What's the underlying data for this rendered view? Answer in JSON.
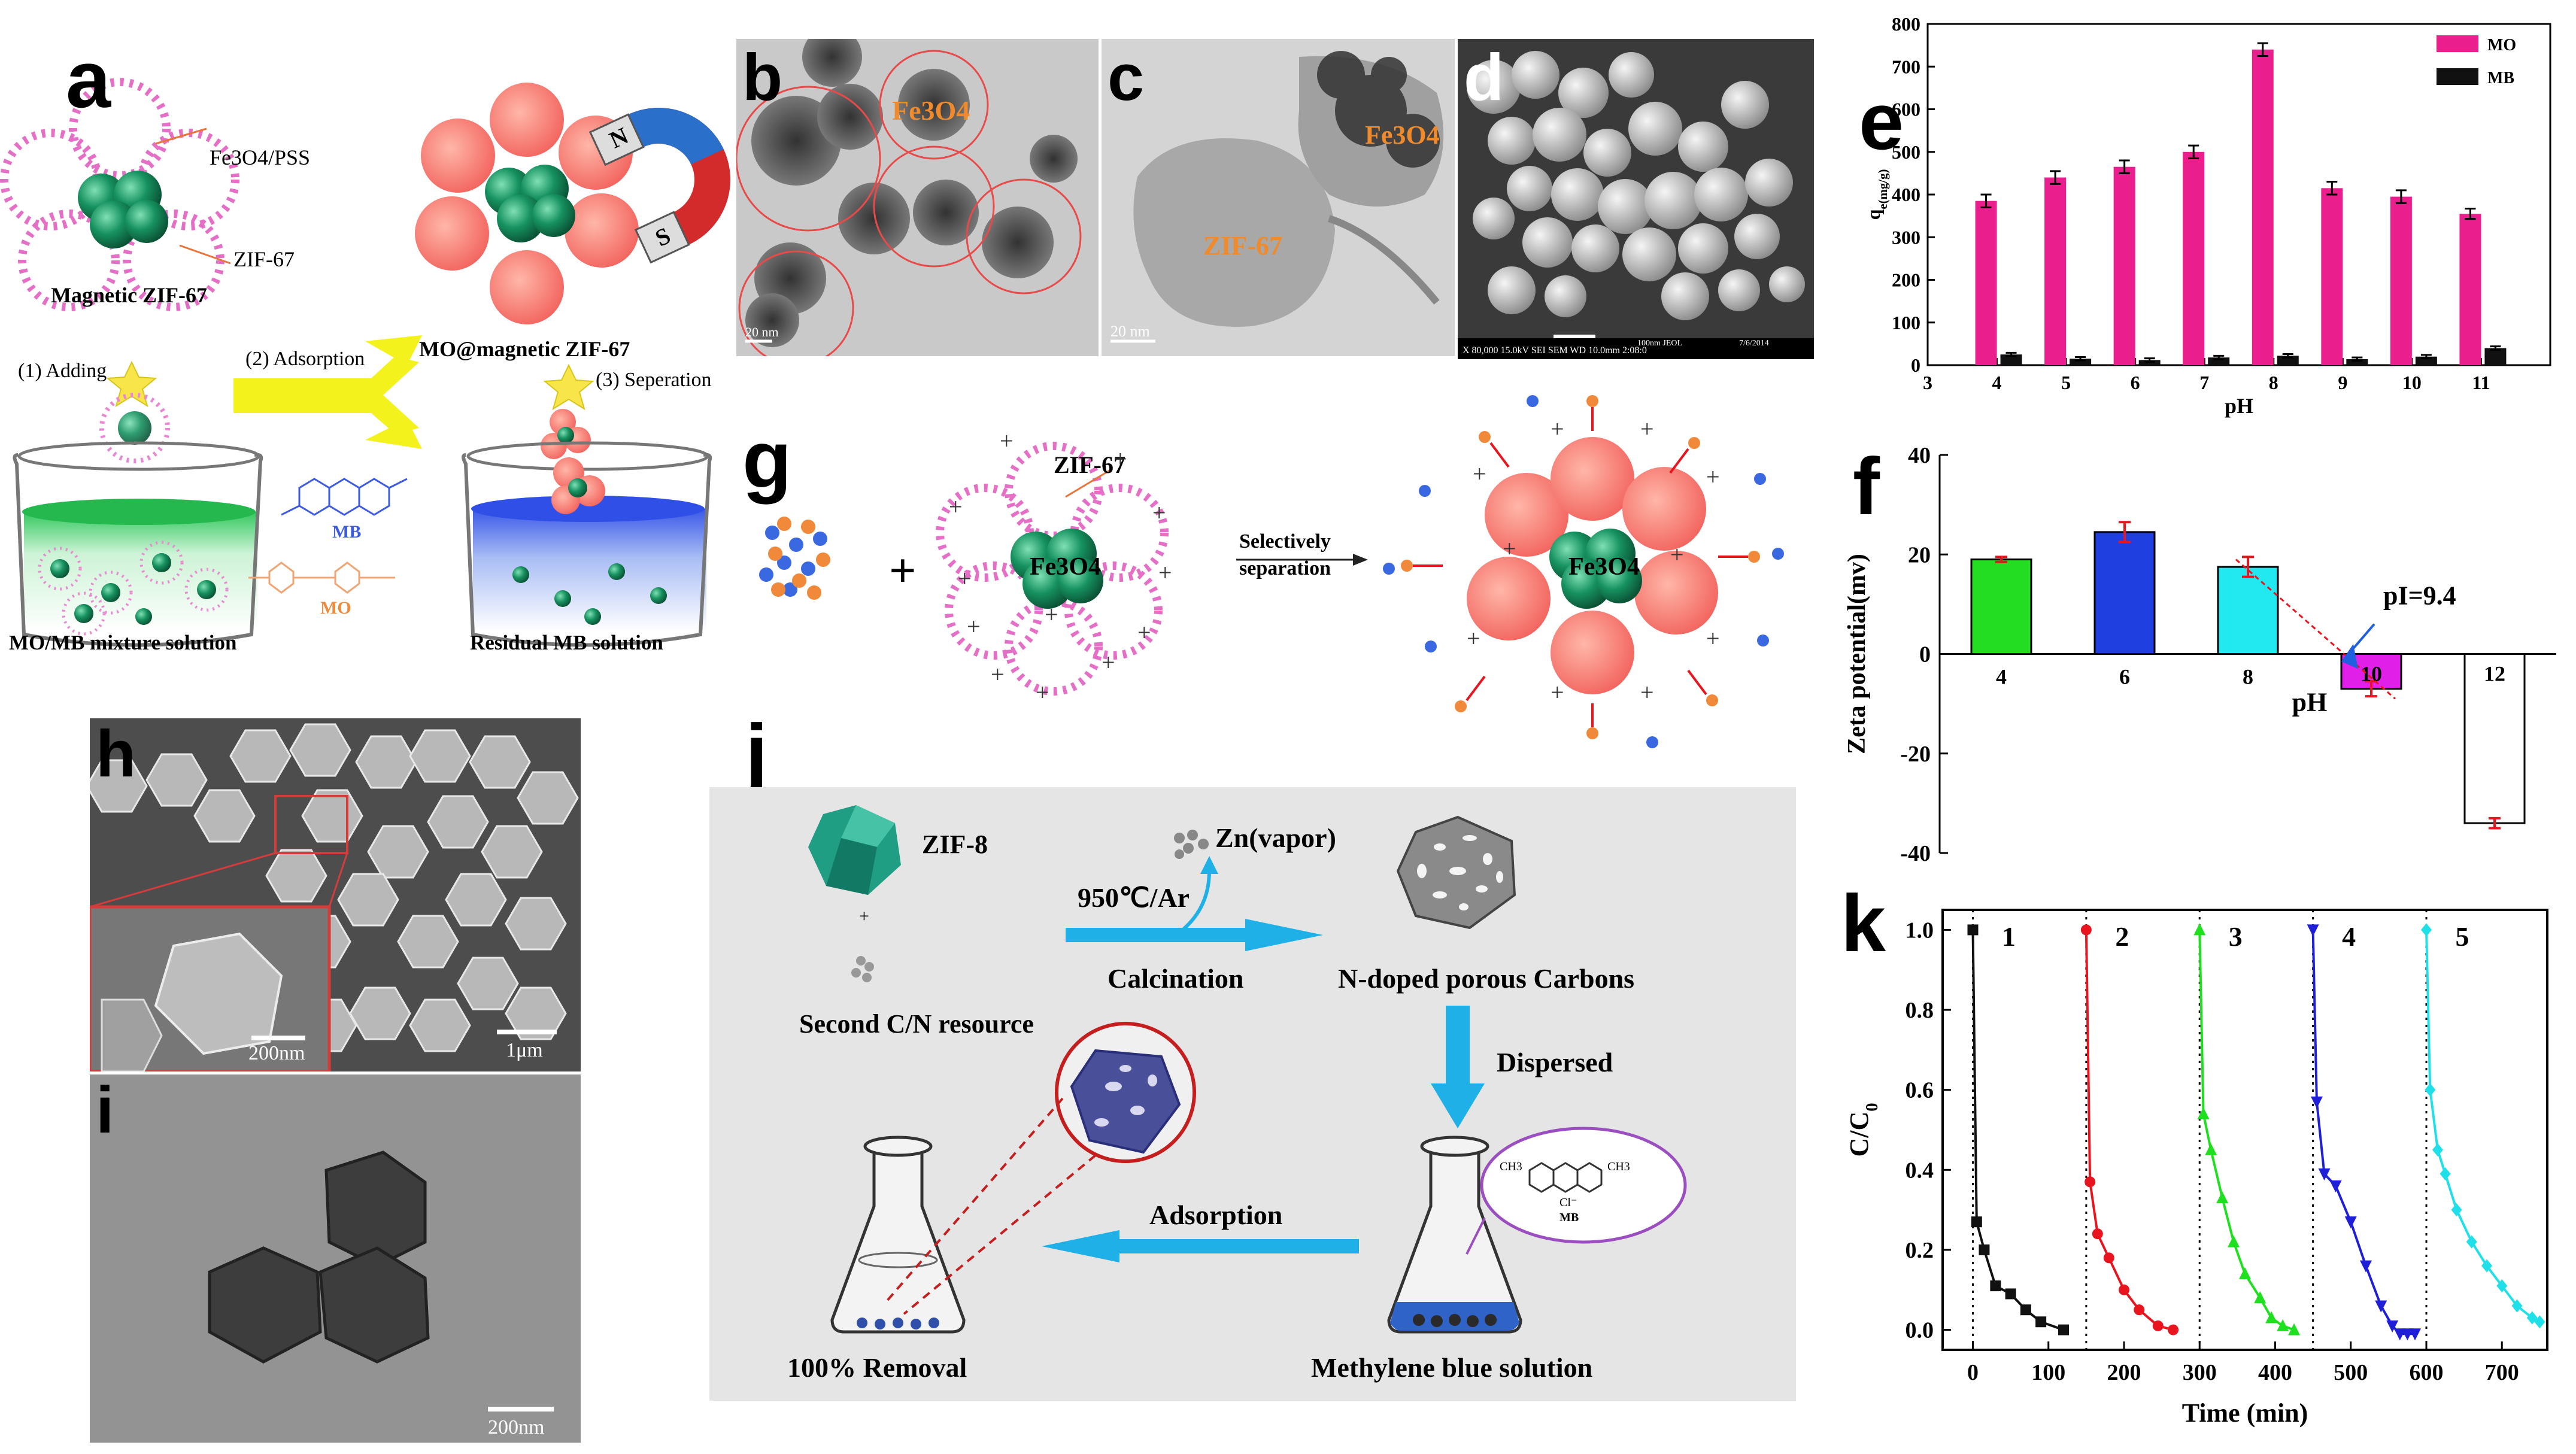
{
  "panels": {
    "a": {
      "label": "a",
      "fe3o4_pss": "Fe3O4/PSS",
      "zif67": "ZIF-67",
      "magnetic_zif67": "Magnetic ZIF-67",
      "step1": "(1) Adding",
      "step2": "(2) Adsorption",
      "step3": "(3) Seperation",
      "mo_at": "MO@magnetic ZIF-67",
      "mix": "MO/MB mixture solution",
      "residual": "Residual MB solution",
      "mb": "MB",
      "mo": "MO",
      "magnet_n": "N",
      "magnet_s": "S"
    },
    "b": {
      "label": "b",
      "fe3o4": "Fe3O4",
      "scale": "20 nm"
    },
    "c": {
      "label": "c",
      "fe3o4": "Fe3O4",
      "zif67": "ZIF-67",
      "scale": "20 nm"
    },
    "d": {
      "label": "d",
      "footer": "X 80,000   15.0kV SEI   SEM   WD 10.0mm 2:08:0",
      "scale_text": "100nm JEOL",
      "date": "7/6/2014"
    },
    "e": {
      "label": "e"
    },
    "f": {
      "label": "f"
    },
    "g": {
      "label": "g",
      "zif67": "ZIF-67",
      "fe3o4": "Fe3O4",
      "sel1": "Selectively",
      "sel2": "separation",
      "plus": "+"
    },
    "h": {
      "label": "h",
      "scale_inset": "200nm",
      "scale_main": "1μm"
    },
    "i": {
      "label": "i",
      "scale": "200nm"
    },
    "j": {
      "label": "j",
      "zif8": "ZIF-8",
      "zn": "Zn(vapor)",
      "temp": "950℃/Ar",
      "calc": "Calcination",
      "ndoped": "N-doped porous Carbons",
      "second": "Second C/N resource",
      "dispersed": "Dispersed",
      "adsorption": "Adsorption",
      "removal": "100% Removal",
      "mbsol": "Methylene blue solution",
      "plus": "+",
      "mb": "MB",
      "cl": "Cl⁻",
      "ch3": "CH3"
    },
    "k": {
      "label": "k"
    }
  },
  "chart_data": [
    {
      "id": "e",
      "type": "bar",
      "xlabel": "pH",
      "ylabel": "qe(mg/g)",
      "ylim": [
        0,
        800
      ],
      "xlim": [
        3,
        12
      ],
      "x_ticks": [
        3,
        4,
        5,
        6,
        7,
        8,
        9,
        10,
        11
      ],
      "y_ticks": [
        0,
        100,
        200,
        300,
        400,
        500,
        600,
        700,
        800
      ],
      "legend_position": "top-right",
      "categories": [
        4,
        5,
        6,
        7,
        8,
        9,
        10,
        11
      ],
      "series": [
        {
          "name": "MO",
          "color": "#ea1e8c",
          "values": [
            385,
            440,
            465,
            500,
            740,
            415,
            395,
            355
          ],
          "errors": [
            15,
            15,
            15,
            15,
            15,
            15,
            15,
            12
          ]
        },
        {
          "name": "MB",
          "color": "#111111",
          "values": [
            25,
            15,
            12,
            18,
            22,
            14,
            20,
            40
          ],
          "errors": [
            4,
            4,
            4,
            4,
            4,
            4,
            4,
            4
          ]
        }
      ]
    },
    {
      "id": "f",
      "type": "bar",
      "xlabel": "pH",
      "ylabel": "Zeta potential(mv)",
      "ylim": [
        -40,
        40
      ],
      "y_ticks": [
        -40,
        -20,
        0,
        20,
        40
      ],
      "categories": [
        "4",
        "6",
        "8",
        "10",
        "12"
      ],
      "values": [
        19,
        24.5,
        17.5,
        -7,
        -34
      ],
      "errors": [
        0.5,
        2,
        2,
        1.5,
        1
      ],
      "colors": [
        "#22dd22",
        "#1f3fe0",
        "#22e8f0",
        "#e020e8",
        "#ffffff"
      ],
      "annotation": "pI=9.4"
    },
    {
      "id": "k",
      "type": "line",
      "xlabel": "Time (min)",
      "ylabel": "C/C0",
      "xlim": [
        -40,
        760
      ],
      "ylim": [
        -0.05,
        1.05
      ],
      "x_ticks": [
        0,
        100,
        200,
        300,
        400,
        500,
        600,
        700
      ],
      "y_ticks": [
        0.0,
        0.2,
        0.4,
        0.6,
        0.8,
        1.0
      ],
      "cycle_starts": [
        0,
        150,
        300,
        450,
        600
      ],
      "series": [
        {
          "name": "1",
          "color": "#111111",
          "marker": "square",
          "x": [
            0,
            5,
            15,
            30,
            50,
            70,
            90,
            120
          ],
          "y": [
            1.0,
            0.27,
            0.2,
            0.11,
            0.09,
            0.05,
            0.02,
            0.0
          ]
        },
        {
          "name": "2",
          "color": "#e8141e",
          "marker": "circle",
          "x": [
            150,
            155,
            165,
            180,
            200,
            220,
            245,
            265
          ],
          "y": [
            1.0,
            0.37,
            0.24,
            0.18,
            0.1,
            0.05,
            0.01,
            0.0
          ]
        },
        {
          "name": "3",
          "color": "#1fe01f",
          "marker": "triangle-up",
          "x": [
            300,
            305,
            315,
            330,
            345,
            360,
            380,
            395,
            410,
            425
          ],
          "y": [
            1.0,
            0.54,
            0.45,
            0.33,
            0.22,
            0.14,
            0.08,
            0.03,
            0.01,
            0.0
          ]
        },
        {
          "name": "4",
          "color": "#1f1fd8",
          "marker": "triangle-down",
          "x": [
            450,
            455,
            465,
            480,
            500,
            520,
            540,
            555,
            565,
            575,
            585
          ],
          "y": [
            1.0,
            0.57,
            0.39,
            0.36,
            0.27,
            0.16,
            0.06,
            0.01,
            -0.01,
            -0.01,
            -0.01
          ]
        },
        {
          "name": "5",
          "color": "#1fe0e8",
          "marker": "star",
          "x": [
            600,
            605,
            615,
            625,
            640,
            660,
            680,
            700,
            720,
            740,
            750
          ],
          "y": [
            1.0,
            0.6,
            0.45,
            0.39,
            0.3,
            0.22,
            0.16,
            0.11,
            0.06,
            0.03,
            0.02
          ]
        }
      ]
    }
  ]
}
